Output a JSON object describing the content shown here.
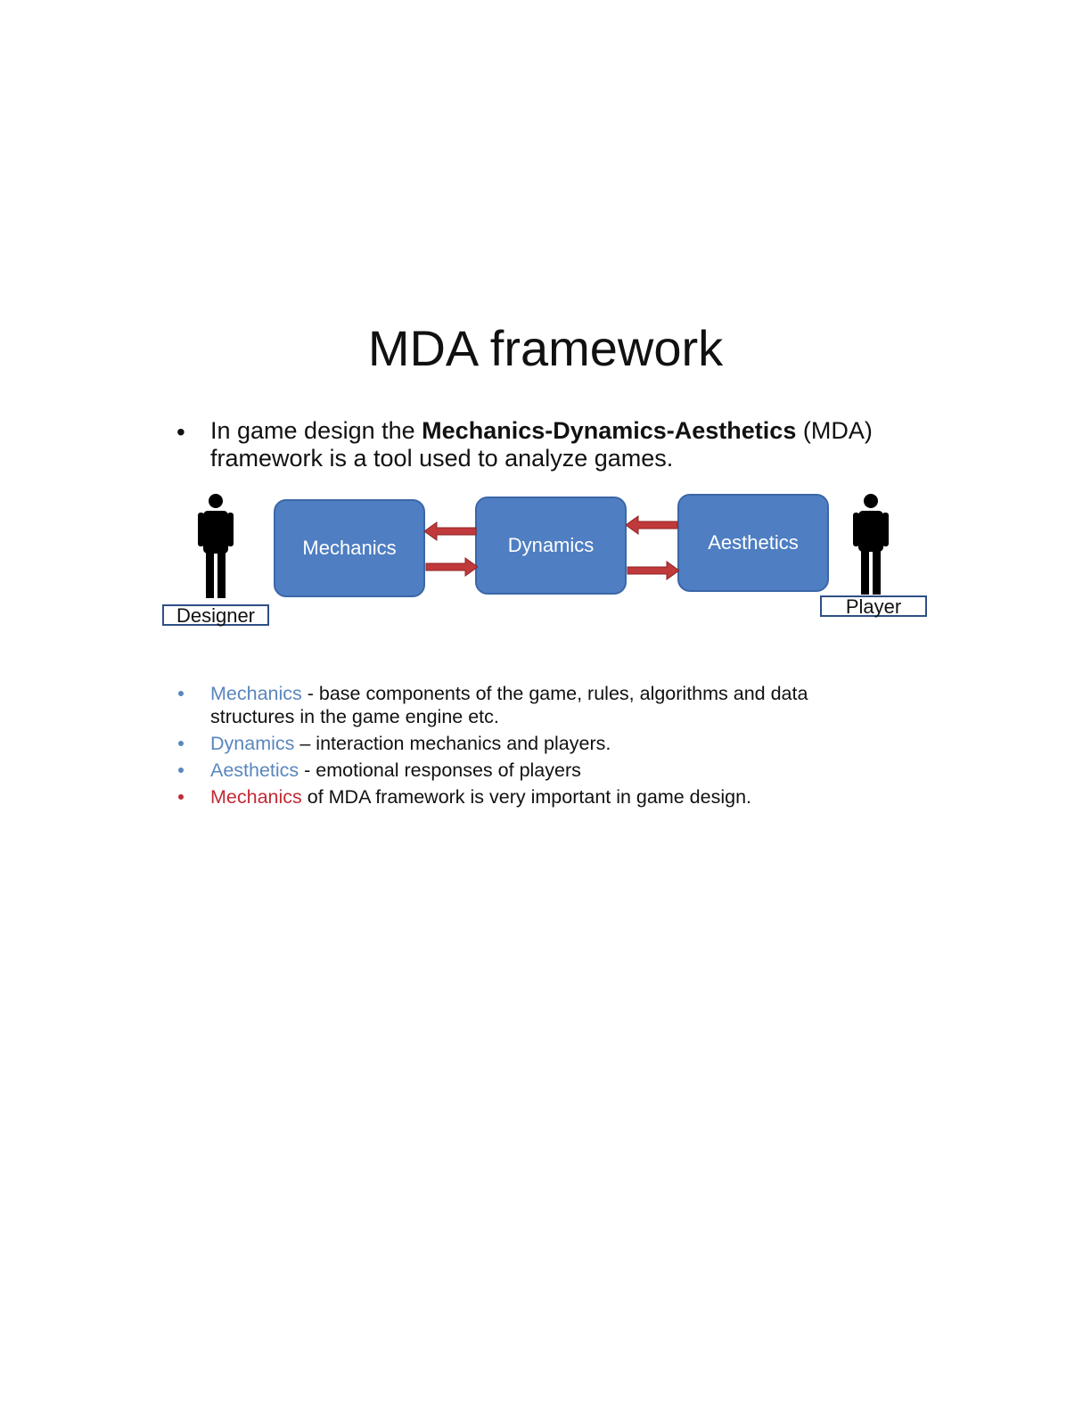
{
  "title": "MDA framework",
  "intro": {
    "bullet": "•",
    "before": "In game design the ",
    "bold": "Mechanics-Dynamics-Aesthetics",
    "after": " (MDA) framework is a tool used to analyze games."
  },
  "diagram": {
    "boxes": {
      "mechanics": "Mechanics",
      "dynamics": "Dynamics",
      "aesthetics": "Aesthetics"
    },
    "designer_label": "Designer",
    "player_label": "Player",
    "colors": {
      "box_fill": "#4f7ec2",
      "arrow": "#c0393b"
    }
  },
  "details": [
    {
      "term": "Mechanics",
      "text": " - base components of the game, rules,  algorithms and data structures in the game engine etc.",
      "term_color": "#5a86be"
    },
    {
      "term": "Dynamics",
      "text": " – interaction mechanics and players.",
      "term_color": "#5a86be"
    },
    {
      "term": "Aesthetics",
      "text": " - emotional responses of players",
      "term_color": "#5a86be"
    },
    {
      "term": "Mechanics",
      "text": " of MDA framework is very important in game design.",
      "term_color": "#c22a35"
    }
  ]
}
